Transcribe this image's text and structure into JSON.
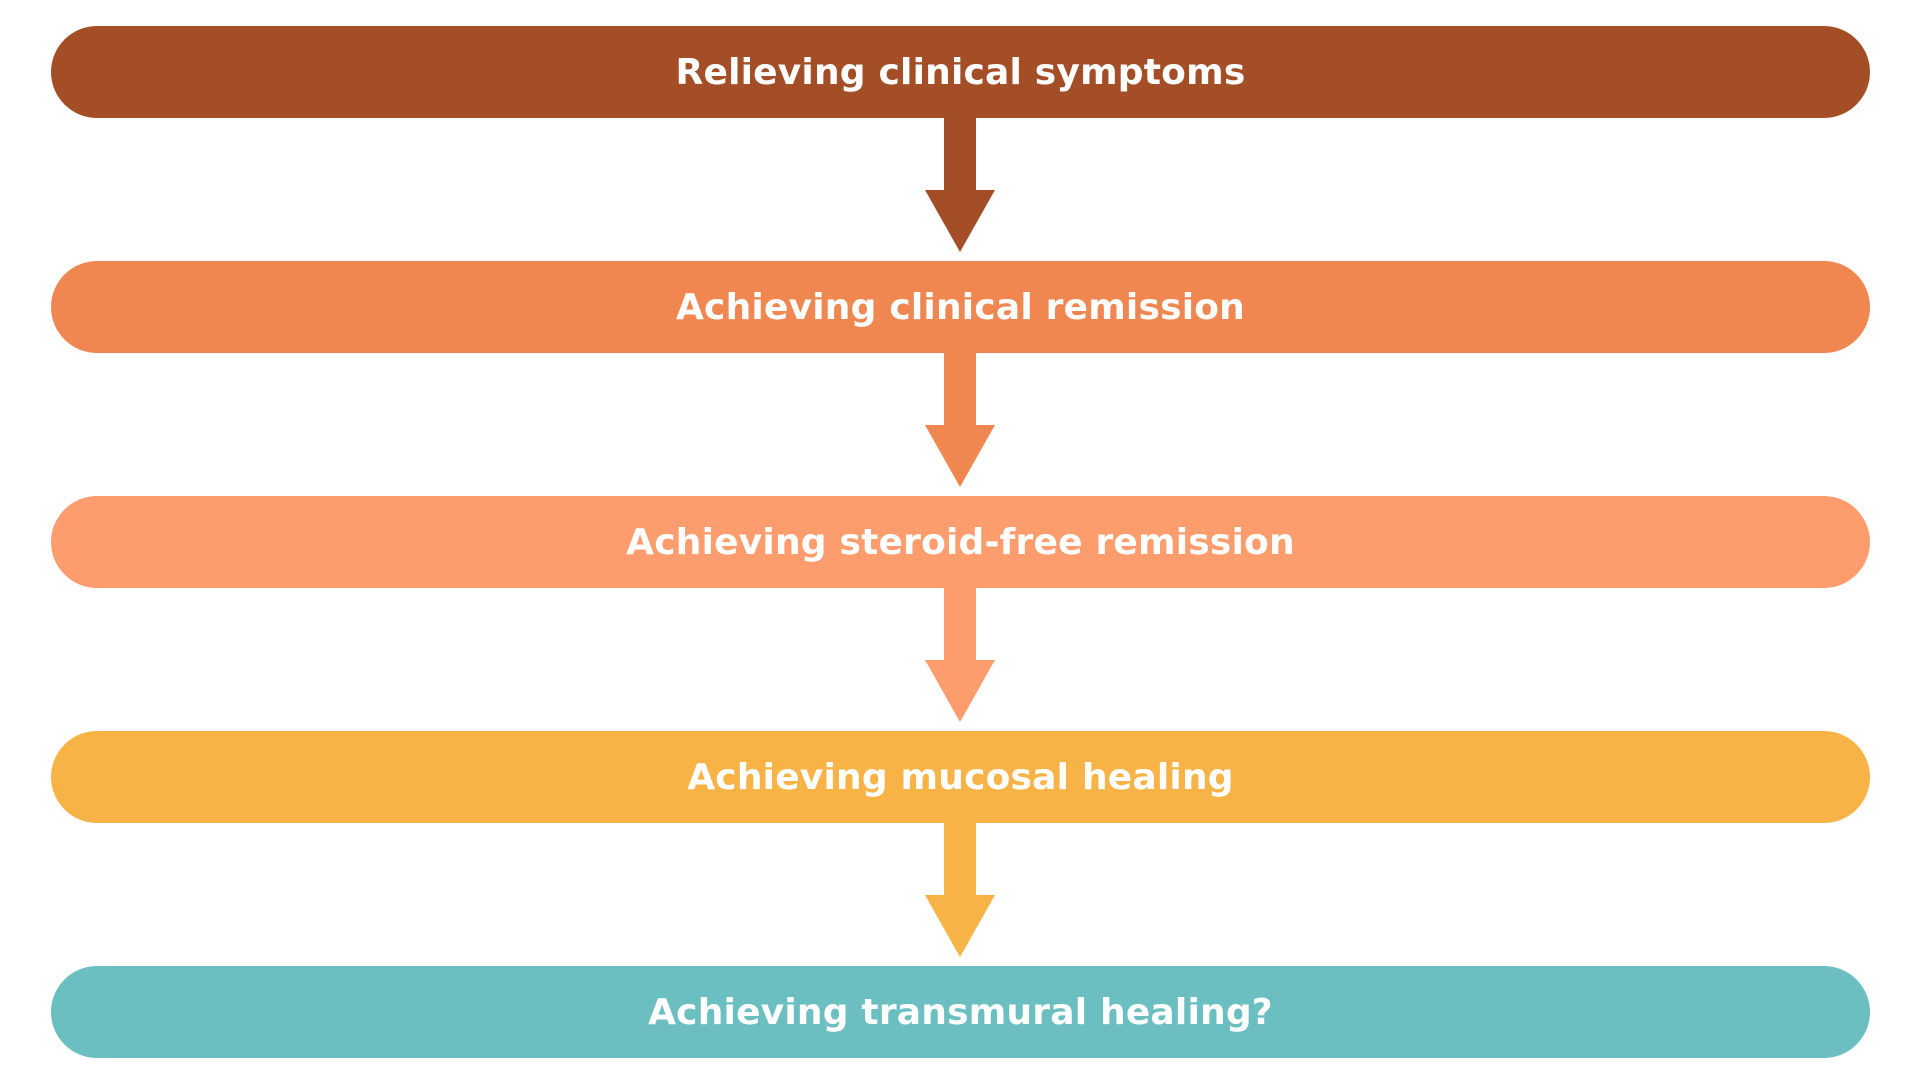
{
  "steps": [
    {
      "label": "Relieving clinical symptoms",
      "color": "#A34E26"
    },
    {
      "label": "Achieving clinical remission",
      "color": "#F08650"
    },
    {
      "label": "Achieving steroid-free remission",
      "color": "#FD9D6D"
    },
    {
      "label": "Achieving mucosal healing",
      "color": "#F7B346"
    },
    {
      "label": "Achieving transmural healing?",
      "color": "#6BBFC0"
    }
  ],
  "background": "#FFFFFF",
  "text_color": "#FFFFFF"
}
